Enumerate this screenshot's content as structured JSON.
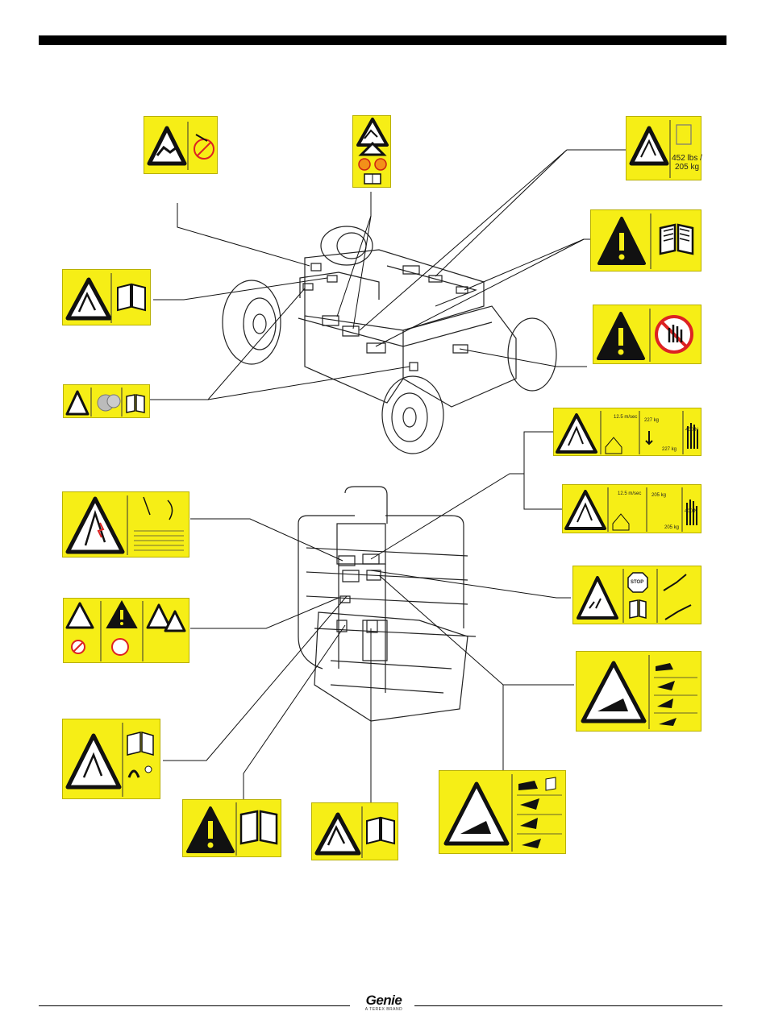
{
  "decals": {
    "weight_label": "452 lbs / 205 kg",
    "speed_label_a": "12.5 m/sec",
    "speed_label_b": "12.5 m/sec",
    "load_a_top": "227 kg",
    "load_a_bottom": "227 kg",
    "load_b_top": "205 kg",
    "load_b_bottom": "205 kg",
    "force_a": "400 N",
    "force_b": "400 N",
    "stop_sign": "STOP"
  },
  "footer": {
    "brand": "Genie",
    "tagline": "A TEREX BRAND"
  },
  "colors": {
    "decal_yellow": "#f6ee16",
    "ink": "#111111"
  }
}
